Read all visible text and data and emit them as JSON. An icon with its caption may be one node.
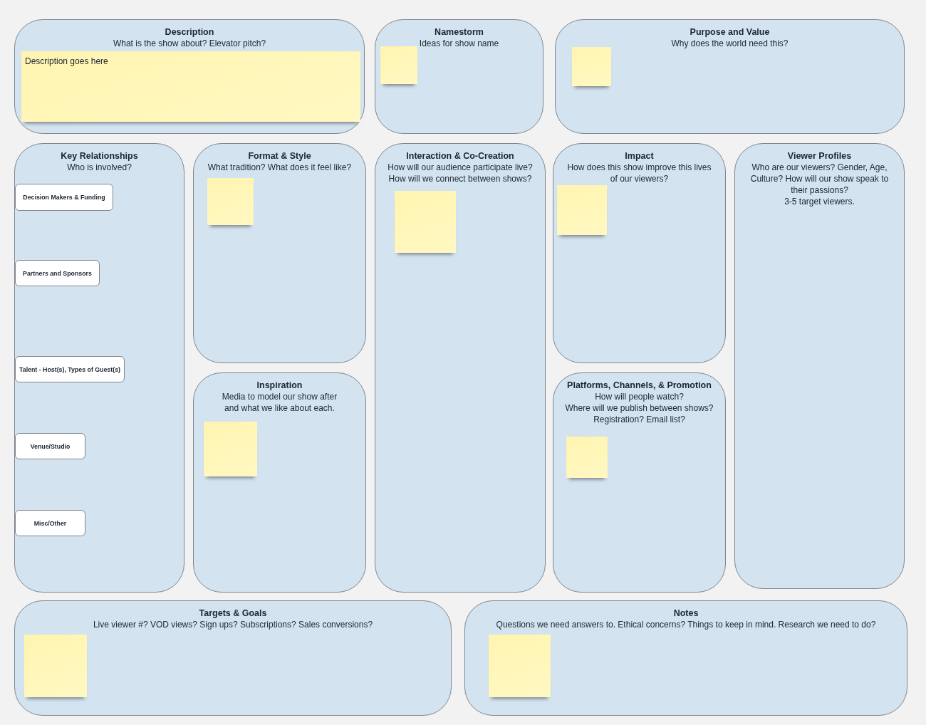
{
  "diagram": {
    "nodes": [
      {
        "text": [
          "Description",
          "What is the show about? Elevator pitch?"
        ]
      },
      {
        "text": [
          "Description goes here"
        ],
        "in": 0
      },
      {
        "text": [
          "Namestorm",
          "Ideas for show name"
        ]
      },
      {
        "text": [],
        "shape": "note",
        "in": 2
      },
      {
        "text": [
          "Purpose and Value",
          "Why does the world need this?"
        ]
      },
      {
        "text": [],
        "shape": "note",
        "in": 4
      },
      {
        "text": [
          "Key Relationships",
          "Who is involved?"
        ]
      },
      {
        "text": [
          "Decision Makers & Funding"
        ],
        "in": 6
      },
      {
        "text": [
          "Partners and Sponsors"
        ],
        "in": 6
      },
      {
        "text": [
          "Talent - Host(s), Types of Guest(s)"
        ],
        "in": 6
      },
      {
        "text": [
          "Venue/Studio"
        ],
        "in": 6
      },
      {
        "text": [
          "Misc/Other"
        ],
        "in": 6
      },
      {
        "text": [
          "Format & Style",
          "What tradition? What does it feel like?"
        ]
      },
      {
        "text": [],
        "shape": "note",
        "in": 12
      },
      {
        "text": [
          "Interaction & Co-Creation",
          "How will our audience participate live? How will we connect between shows?"
        ]
      },
      {
        "text": [],
        "shape": "note",
        "in": 14
      },
      {
        "text": [
          "Impact",
          "How does this show improve this lives of our viewers?"
        ]
      },
      {
        "text": [],
        "shape": "note",
        "in": 16
      },
      {
        "text": [
          "Viewer Profiles",
          "Who are our viewers? Gender, Age, Culture? How will our show speak to their passions?",
          "3-5 target viewers."
        ]
      },
      {
        "text": [
          "Inspiration",
          "Media to model our show after and what we like about each."
        ]
      },
      {
        "text": [],
        "shape": "note",
        "in": 19
      },
      {
        "text": [
          "Platforms, Channels, & Promotion",
          "How will people watch?",
          "Where will we publish between shows?",
          "Registration? Email list?"
        ]
      },
      {
        "text": [],
        "shape": "note",
        "in": 21
      },
      {
        "text": [
          "Targets & Goals",
          "Live viewer #? VOD views? Sign ups? Subscriptions? Sales conversions?"
        ]
      },
      {
        "text": [],
        "shape": "note",
        "in": 23
      },
      {
        "text": [
          "Notes",
          "Questions we need answers to. Ethical concerns? Things to keep in mind. Research we need to do?"
        ]
      },
      {
        "text": [],
        "shape": "note",
        "in": 25
      }
    ]
  }
}
